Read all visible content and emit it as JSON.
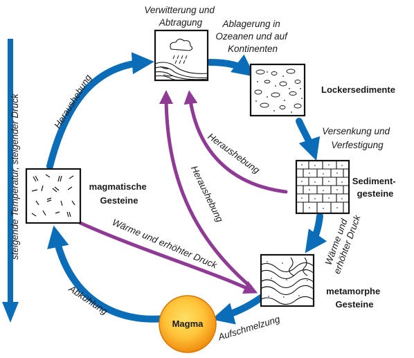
{
  "colors": {
    "blue": "#0b6db7",
    "purple": "#8f3b96",
    "magma_outer": "#f29a12",
    "magma_inner": "#ffd64a"
  },
  "side_label": "steigende Temperatur, steigender Druck",
  "nodes": {
    "weathering": {
      "label_lines": [
        "Verwitterung und",
        "Abtragung"
      ]
    },
    "deposition": {
      "label_lines": [
        "Ablagerung in",
        "Ozeanen und auf",
        "Kontinenten"
      ]
    },
    "loose_sediments": {
      "label": "Lockersedimente"
    },
    "compaction": {
      "label_lines": [
        "Versenkung und",
        "Verfestigung"
      ]
    },
    "sedimentary": {
      "label_lines": [
        "Sediment-",
        "gesteine"
      ]
    },
    "magmatic": {
      "label_lines": [
        "magmatische",
        "Gesteine"
      ]
    },
    "metamorphic": {
      "label_lines": [
        "metamorphe",
        "Gesteine"
      ]
    },
    "magma": {
      "label": "Magma"
    }
  },
  "arrow_labels": {
    "uplift_blue": "Heraushebung",
    "uplift_purple_1": "Heraushebung",
    "uplift_purple_2": "Heraushebung",
    "heat_pressure_1": "Wärme und erhöhter Druck",
    "heat_pressure_2_lines": [
      "Wärme und",
      "erhöhter Druck"
    ],
    "melting": "Aufschmelzung",
    "cooling": "Abkühlung"
  }
}
